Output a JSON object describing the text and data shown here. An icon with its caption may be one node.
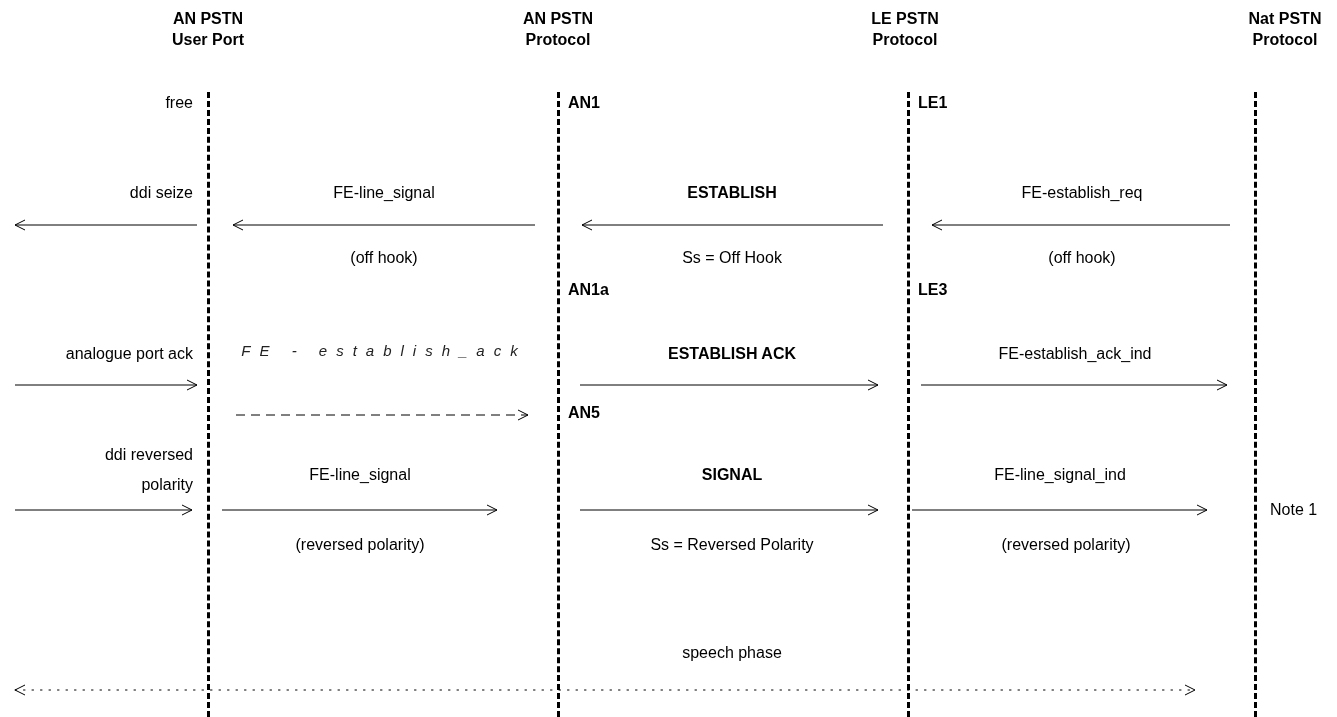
{
  "diagram": {
    "nodes": [
      {
        "text": [
          "AN PSTN User Port"
        ]
      },
      {
        "text": [
          "AN PSTN Protocol"
        ]
      },
      {
        "text": [
          "LE PSTN Protocol"
        ]
      },
      {
        "text": [
          "Nat PSTN Protocol"
        ]
      }
    ],
    "edges": [
      {
        "from": 0,
        "to": null,
        "arrow": "to",
        "label": "ddi seize"
      },
      {
        "from": 1,
        "to": 0,
        "arrow": "to",
        "label": "FE-line_signal"
      },
      {
        "from": 2,
        "to": 1,
        "arrow": "to",
        "label": "ESTABLISH"
      },
      {
        "from": 3,
        "to": 2,
        "arrow": "to",
        "label": "FE-establish_req"
      },
      {
        "from": null,
        "to": 0,
        "arrow": "to",
        "label": "analogue port ack"
      },
      {
        "from": 0,
        "to": 1,
        "arrow": "to",
        "label": "FE - establish_ack",
        "style": "dashed"
      },
      {
        "from": 1,
        "to": 2,
        "arrow": "to",
        "label": "ESTABLISH ACK"
      },
      {
        "from": 2,
        "to": 3,
        "arrow": "to",
        "label": "FE-establish_ack_ind"
      },
      {
        "from": null,
        "to": 0,
        "arrow": "to",
        "label": "ddi reversed polarity"
      },
      {
        "from": 0,
        "to": 1,
        "arrow": "to",
        "label": "FE-line_signal"
      },
      {
        "from": 1,
        "to": 2,
        "arrow": "to",
        "label": "SIGNAL"
      },
      {
        "from": 2,
        "to": 3,
        "arrow": "to",
        "label": "FE-line_signal_ind"
      },
      {
        "from": null,
        "to": 3,
        "arrow": "both",
        "label": "speech phase",
        "style": "dashed"
      }
    ],
    "labels": [
      "free",
      "AN1",
      "LE1",
      "(off hook)",
      "Ss = Off Hook",
      "(off hook)",
      "AN1a",
      "LE3",
      "AN5",
      "(reversed polarity)",
      "Ss = Reversed Polarity",
      "(reversed polarity)",
      "Note 1"
    ]
  }
}
